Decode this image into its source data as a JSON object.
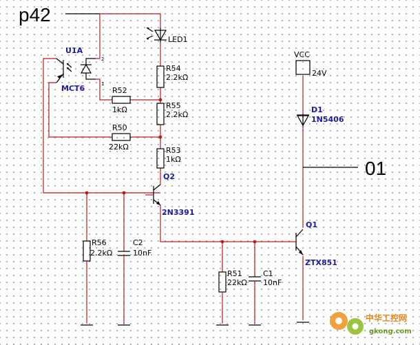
{
  "labels": {
    "p42": "p42",
    "o1": "01",
    "vcc": "VCC",
    "vcc_voltage": "24V"
  },
  "components": {
    "led1": "LED1",
    "u1a": "U1A",
    "u1a_part": "MCT6",
    "u1a_pin1": "1",
    "u1a_pin2": "2",
    "r54": {
      "name": "R54",
      "value": "2.2kΩ"
    },
    "r52": {
      "name": "R52",
      "value": "1kΩ"
    },
    "r55": {
      "name": "R55",
      "value": "2.2kΩ"
    },
    "r50": {
      "name": "R50",
      "value": "22kΩ"
    },
    "r53": {
      "name": "R53",
      "value": "1kΩ"
    },
    "q2": {
      "name": "Q2",
      "part": "2N3391"
    },
    "r56": {
      "name": "R56",
      "value": "2.2kΩ"
    },
    "c2": {
      "name": "C2",
      "value": "10nF"
    },
    "r51": {
      "name": "R51",
      "value": "22kΩ"
    },
    "c1": {
      "name": "C1",
      "value": "10nF"
    },
    "d1": {
      "name": "D1",
      "part": "1N5406"
    },
    "q1": {
      "name": "Q1",
      "part": "ZTX851"
    }
  },
  "watermark": {
    "title": "中华工控网",
    "url": "gkong.com"
  },
  "colors": {
    "wire": "#c01818",
    "part_label": "#1a1aa8",
    "component": "#000000"
  }
}
